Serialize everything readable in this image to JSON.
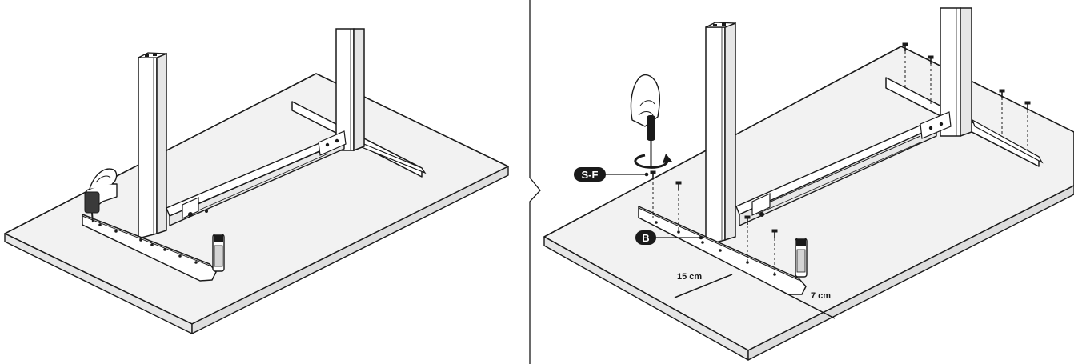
{
  "callouts": {
    "screwdriver_part": "S-F",
    "bracket_part": "B"
  },
  "dimensions": {
    "edge_offset_long": "15 cm",
    "edge_offset_short": "7 cm"
  },
  "colors": {
    "line": "#1a1a1a",
    "panel_fill": "#f2f2f2",
    "metal_fill": "#ffffff",
    "dark_fill": "#1a1a1a",
    "text_light": "#ffffff"
  },
  "icons": [
    "drill-icon",
    "hand-icon",
    "screwdriver-icon",
    "rotation-arrow-icon",
    "screw-icon"
  ]
}
